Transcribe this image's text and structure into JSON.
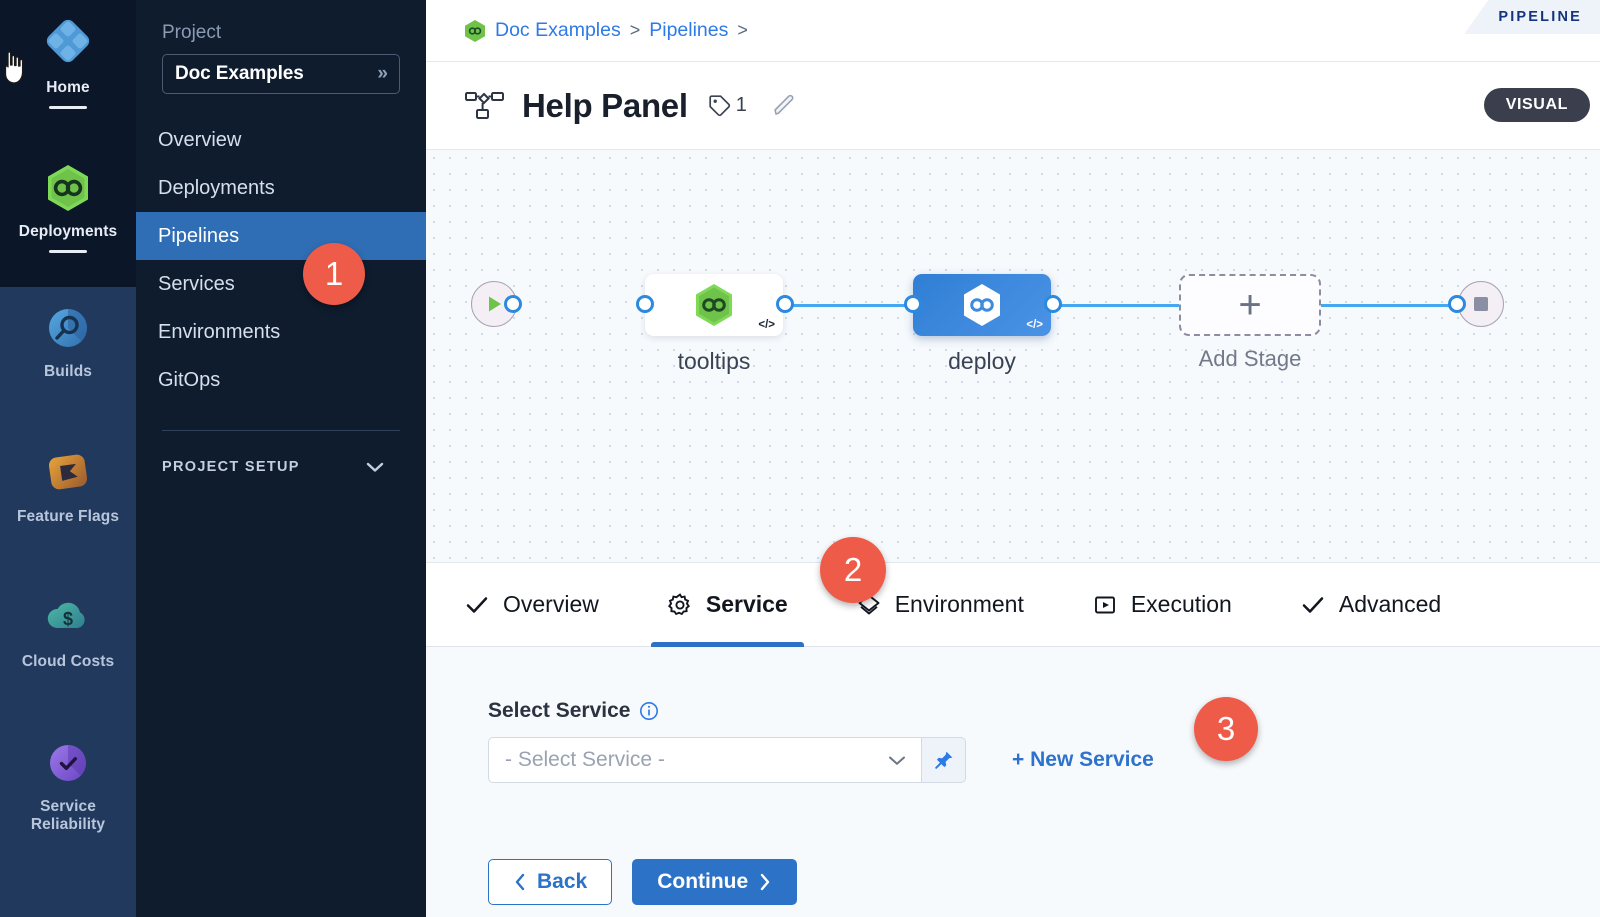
{
  "rail": {
    "items": [
      {
        "label": "Home",
        "icon": "home-grid-icon",
        "active": true
      },
      {
        "label": "Deployments",
        "icon": "deployments-infinity-icon",
        "active": true
      },
      {
        "label": "Builds",
        "icon": "builds-icon",
        "active": false
      },
      {
        "label": "Feature Flags",
        "icon": "feature-flags-icon",
        "active": false
      },
      {
        "label": "Cloud Costs",
        "icon": "cloud-costs-icon",
        "active": false
      },
      {
        "label": "Service Reliability",
        "label_line1": "Service",
        "label_line2": "Reliability",
        "icon": "service-reliability-icon",
        "active": false
      }
    ]
  },
  "sidebar": {
    "project_label": "Project",
    "project_name": "Doc Examples",
    "expand_icon": "double-chevron-right-icon",
    "items": [
      {
        "label": "Overview",
        "active": false
      },
      {
        "label": "Deployments",
        "active": false
      },
      {
        "label": "Pipelines",
        "active": true
      },
      {
        "label": "Services",
        "active": false
      },
      {
        "label": "Environments",
        "active": false
      },
      {
        "label": "GitOps",
        "active": false
      }
    ],
    "setup_label": "PROJECT SETUP",
    "setup_chevron": "chevron-down-icon"
  },
  "breadcrumb": {
    "project_icon": "harness-hex-icon",
    "items": [
      "Doc Examples",
      "Pipelines"
    ],
    "separator": ">"
  },
  "ribbon": {
    "label": "PIPELINE"
  },
  "header": {
    "icon": "pipeline-nodes-icon",
    "title": "Help Panel",
    "tag_icon": "tag-icon",
    "tag_count": "1",
    "edit_icon": "pencil-edit-icon",
    "mode_badge": "VISUAL"
  },
  "canvas": {
    "start_node": {
      "name": "start-node",
      "icon": "play-triangle-icon"
    },
    "end_node": {
      "name": "end-node",
      "icon": "stop-square-icon"
    },
    "stages": [
      {
        "label": "tooltips",
        "selected": false,
        "badge": "</>",
        "icon": "harness-hex-green-icon"
      },
      {
        "label": "deploy",
        "selected": true,
        "badge": "</>",
        "icon": "harness-hex-white-icon"
      }
    ],
    "add_stage": {
      "label": "Add Stage",
      "icon": "plus-icon"
    }
  },
  "tabs": [
    {
      "label": "Overview",
      "icon": "check-icon",
      "active": false
    },
    {
      "label": "Service",
      "icon": "gear-icon",
      "active": true
    },
    {
      "label": "Environment",
      "icon": "layers-diamond-icon",
      "active": false
    },
    {
      "label": "Execution",
      "icon": "play-box-icon",
      "active": false
    },
    {
      "label": "Advanced",
      "icon": "check-icon",
      "active": false
    }
  ],
  "form": {
    "field_label": "Select Service",
    "info_icon": "info-circle-icon",
    "select_placeholder": "- Select Service -",
    "select_chevron": "chevron-down-icon",
    "pin_icon": "pin-icon",
    "new_service_link": "+ New Service",
    "back_button": "Back",
    "back_icon": "chevron-left-icon",
    "continue_button": "Continue",
    "continue_icon": "chevron-right-icon"
  },
  "steps": [
    {
      "number": "1"
    },
    {
      "number": "2"
    },
    {
      "number": "3"
    }
  ],
  "colors": {
    "accent_blue": "#2c72c7",
    "step_badge": "#ee5c49",
    "rail_top_bg": "#0b1628",
    "rail_bottom_bg": "#22395e",
    "sidebar_bg": "#0e1c2e",
    "active_nav": "#2f6db4",
    "harness_green": "#6fc24a",
    "edge_blue": "#44a7f0"
  }
}
